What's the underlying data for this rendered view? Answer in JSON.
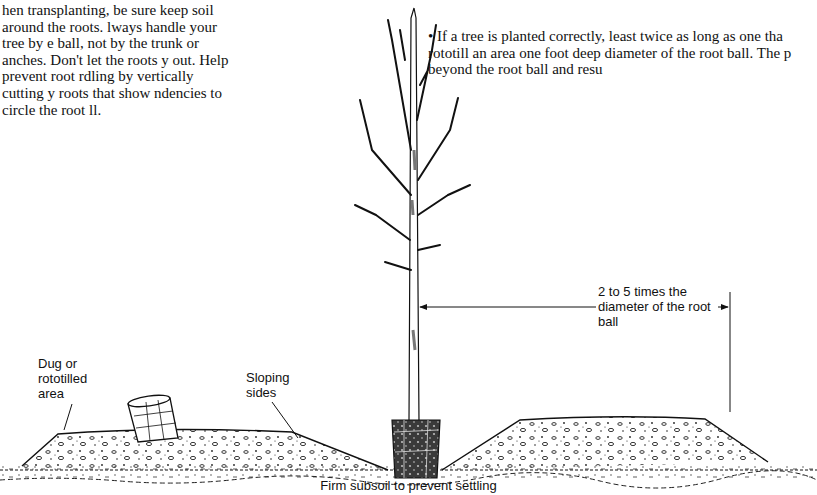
{
  "diagram": {
    "labels": [
      "hen transplanting, be sure keep soil around the roots. lways handle your tree by e ball, not by the trunk or anches. Don't let the roots y out. Help prevent root rdling by vertically cutting y roots that show ndencies to circle the root ll.",
      "• If a tree is planted correctly, least twice as long as one tha rototill an area one foot deep diameter of the root ball. The p beyond the root ball and resu",
      "Dug or rototilled area",
      "Sloping sides",
      "2 to 5 times the diameter of the root ball",
      "Firm subsoil to prevent settling"
    ]
  }
}
